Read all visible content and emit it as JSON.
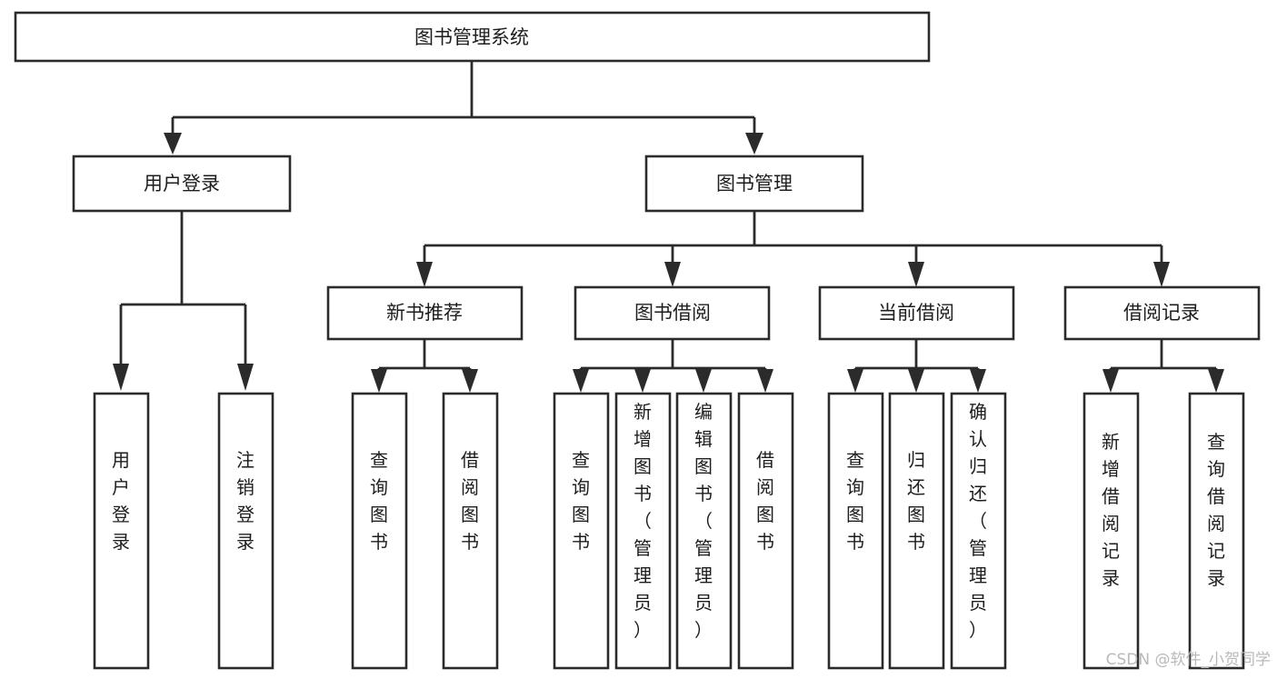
{
  "diagram": {
    "type": "tree-hierarchy-chart",
    "title": "图书管理系统",
    "background_color": "#ffffff",
    "line_color": "#2b2b2b",
    "text_color": "#1d1d1d",
    "root": {
      "id": "root",
      "label": "图书管理系统",
      "orientation": "horizontal"
    },
    "level2": [
      {
        "id": "user-login",
        "label": "用户登录",
        "orientation": "horizontal"
      },
      {
        "id": "book-management",
        "label": "图书管理",
        "orientation": "horizontal"
      }
    ],
    "level3": [
      {
        "id": "new-book-recommend",
        "label": "新书推荐",
        "orientation": "horizontal",
        "parent": "book-management"
      },
      {
        "id": "book-borrow",
        "label": "图书借阅",
        "orientation": "horizontal",
        "parent": "book-management"
      },
      {
        "id": "current-borrow",
        "label": "当前借阅",
        "orientation": "horizontal",
        "parent": "book-management"
      },
      {
        "id": "borrow-record",
        "label": "借阅记录",
        "orientation": "horizontal",
        "parent": "book-management"
      }
    ],
    "leaves": [
      {
        "id": "leaf-user-login",
        "label": "用户登录",
        "parent": "user-login",
        "orientation": "vertical",
        "align": "middle"
      },
      {
        "id": "leaf-user-logout",
        "label": "注销登录",
        "parent": "user-login",
        "orientation": "vertical",
        "align": "middle"
      },
      {
        "id": "leaf-query-book-1",
        "label": "查询图书",
        "parent": "new-book-recommend",
        "orientation": "vertical",
        "align": "middle"
      },
      {
        "id": "leaf-borrow-book-1",
        "label": "借阅图书",
        "parent": "new-book-recommend",
        "orientation": "vertical",
        "align": "middle"
      },
      {
        "id": "leaf-query-book-2",
        "label": "查询图书",
        "parent": "book-borrow",
        "orientation": "vertical",
        "align": "middle"
      },
      {
        "id": "leaf-add-book",
        "label": "新增图书（管理员）",
        "parent": "book-borrow",
        "orientation": "vertical",
        "align": "top"
      },
      {
        "id": "leaf-edit-book",
        "label": "编辑图书（管理员）",
        "parent": "book-borrow",
        "orientation": "vertical",
        "align": "top"
      },
      {
        "id": "leaf-borrow-book-2",
        "label": "借阅图书",
        "parent": "book-borrow",
        "orientation": "vertical",
        "align": "middle"
      },
      {
        "id": "leaf-query-book-3",
        "label": "查询图书",
        "parent": "current-borrow",
        "orientation": "vertical",
        "align": "middle"
      },
      {
        "id": "leaf-return-book",
        "label": "归还图书",
        "parent": "current-borrow",
        "orientation": "vertical",
        "align": "middle"
      },
      {
        "id": "leaf-confirm-return",
        "label": "确认归还（管理员）",
        "parent": "current-borrow",
        "orientation": "vertical",
        "align": "top"
      },
      {
        "id": "leaf-add-record",
        "label": "新增借阅记录",
        "parent": "borrow-record",
        "orientation": "vertical",
        "align": "middle"
      },
      {
        "id": "leaf-query-record",
        "label": "查询借阅记录",
        "parent": "borrow-record",
        "orientation": "vertical",
        "align": "middle"
      }
    ]
  },
  "watermark": {
    "text": "CSDN @软件_小贺同学",
    "color": "#b9b9b9"
  }
}
